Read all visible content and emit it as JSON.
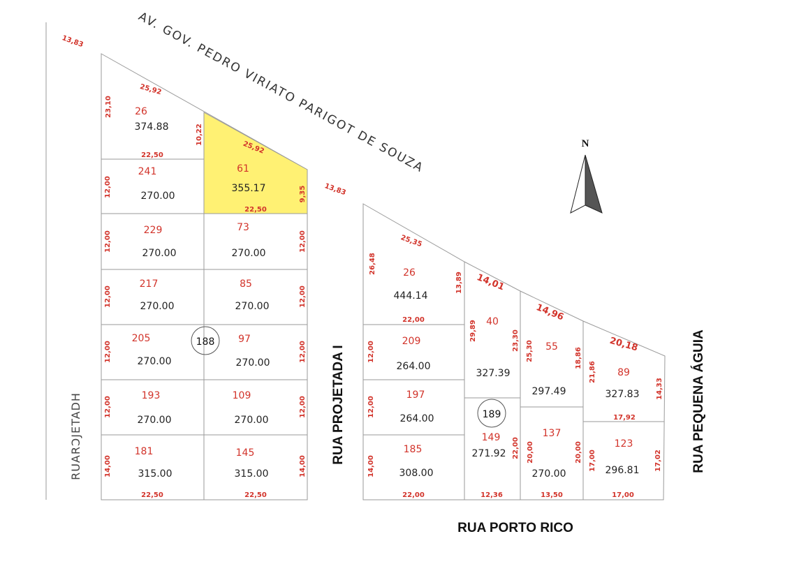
{
  "streets": {
    "avenue": "AV. GOV. PEDRO VIRIATO PARIGOT DE SOUZA",
    "left": "RUARƆJETADH",
    "middle": "RUA PROJETADA I",
    "right": "RUA PEQUENA ÁGUIA",
    "bottom": "RUA PORTO RICO"
  },
  "north": "N",
  "blocks": {
    "left": "188",
    "right": "189"
  },
  "highlight_color": "#fff173",
  "lots": [
    {
      "id": "26",
      "area": "374.88"
    },
    {
      "id": "241",
      "area": "270.00"
    },
    {
      "id": "61",
      "area": "355.17",
      "highlighted": true
    },
    {
      "id": "229",
      "area": "270.00"
    },
    {
      "id": "73",
      "area": "270.00"
    },
    {
      "id": "217",
      "area": "270.00"
    },
    {
      "id": "85",
      "area": "270.00"
    },
    {
      "id": "205",
      "area": "270.00"
    },
    {
      "id": "97",
      "area": "270.00"
    },
    {
      "id": "193",
      "area": "270.00"
    },
    {
      "id": "109",
      "area": "270.00"
    },
    {
      "id": "181",
      "area": "315.00"
    },
    {
      "id": "145",
      "area": "315.00"
    },
    {
      "id": "26",
      "area": "444.14"
    },
    {
      "id": "40",
      "area": "327.39"
    },
    {
      "id": "55",
      "area": "297.49"
    },
    {
      "id": "89",
      "area": "327.83"
    },
    {
      "id": "209",
      "area": "264.00"
    },
    {
      "id": "197",
      "area": "264.00"
    },
    {
      "id": "185",
      "area": "308.00"
    },
    {
      "id": "149",
      "area": "271.92"
    },
    {
      "id": "137",
      "area": "270.00"
    },
    {
      "id": "123",
      "area": "296.81"
    }
  ],
  "dimensions": [
    "13,83",
    "25,92",
    "23,10",
    "10,22",
    "22,50",
    "25,92",
    "12,00",
    "9,35",
    "22,50",
    "13,83",
    "12,00",
    "12,00",
    "12,00",
    "12,00",
    "12,00",
    "12,00",
    "12,00",
    "12,00",
    "14,00",
    "14,00",
    "22,50",
    "22,50",
    "25,35",
    "26,48",
    "13,89",
    "22,00",
    "14,01",
    "14,96",
    "20,18",
    "29,89",
    "23,30",
    "25,30",
    "18,86",
    "21,86",
    "14,33",
    "12,00",
    "12,00",
    "14,00",
    "22,00",
    "22,00",
    "20,00",
    "20,00",
    "17,92",
    "17,00",
    "17,02",
    "12,36",
    "13,50",
    "17,00"
  ]
}
